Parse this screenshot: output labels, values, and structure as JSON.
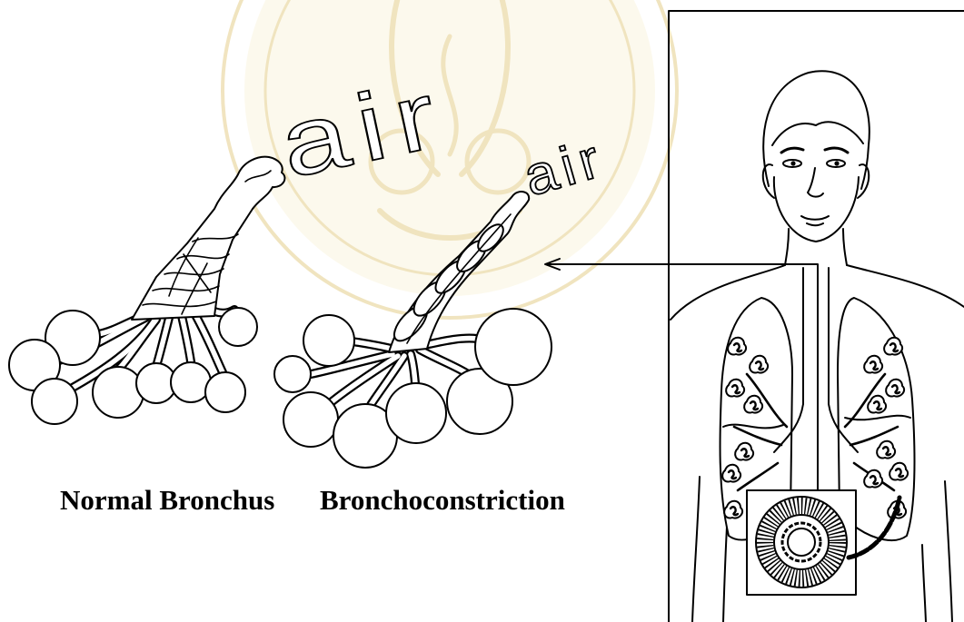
{
  "diagram": {
    "air_large": "air",
    "air_small": "air",
    "labels": {
      "normal": "Normal Bronchus",
      "constricted": "Bronchoconstriction"
    }
  },
  "colors": {
    "ink": "#000000",
    "paper": "#ffffff",
    "watermark": "#e9d69e"
  }
}
